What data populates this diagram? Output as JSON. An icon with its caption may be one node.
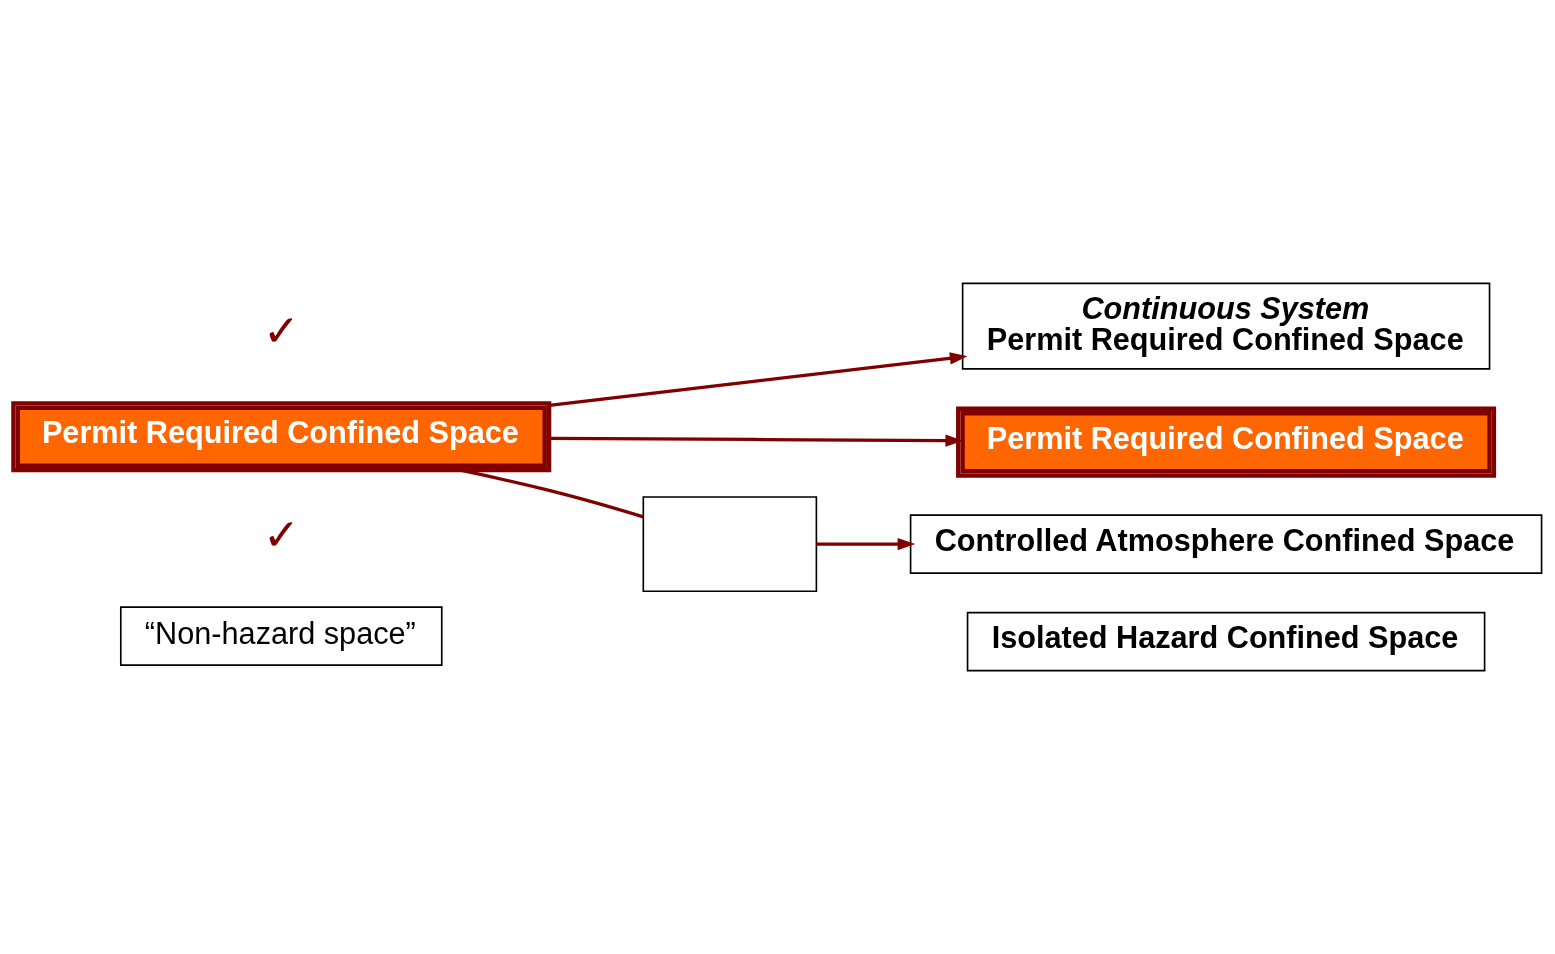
{
  "diagram": {
    "nodes": [
      {
        "text": [
          "Permit Required Confined Space"
        ]
      },
      {
        "text": [
          "Continuous System",
          "Permit Required Confined Space"
        ]
      },
      {
        "text": [
          "Permit Required Confined Space"
        ]
      },
      {
        "text": [],
        "shape": "box"
      },
      {
        "text": [
          "Controlled Atmosphere Confined Space"
        ]
      },
      {
        "text": [
          "“Non-hazard space”"
        ]
      },
      {
        "text": [
          "Isolated Hazard Confined Space"
        ]
      }
    ],
    "edges": [
      {
        "from": 0,
        "to": 1,
        "arrow": "to"
      },
      {
        "from": 0,
        "to": 2,
        "arrow": "to"
      },
      {
        "from": 0,
        "to": 3,
        "arrow": "none"
      },
      {
        "from": 3,
        "to": 4,
        "arrow": "to"
      }
    ],
    "labels": [
      "✓",
      "✓"
    ]
  }
}
